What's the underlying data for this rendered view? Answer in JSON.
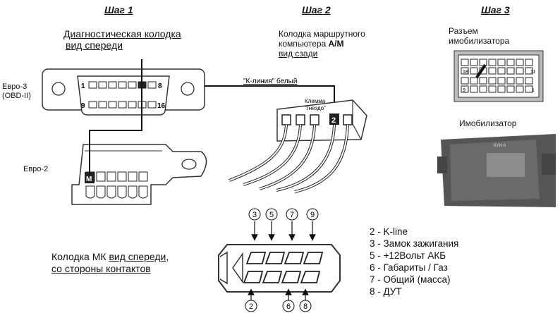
{
  "steps": [
    "Шаг 1",
    "Шаг 2",
    "Шаг 3"
  ],
  "step1": {
    "diag_title": "Диагностическая колодка",
    "diag_sub": "вид спереди",
    "euro3_line1": "Евро-3",
    "euro3_line2": "(OBD-II)",
    "pin_1": "1",
    "pin_8": "8",
    "pin_9": "9",
    "pin_16": "16",
    "euro2": "Евро-2",
    "pin_m": "М"
  },
  "step2": {
    "title_line1": "Колодка маршрутного",
    "title_line2_prefix": "компьютера ",
    "title_line2_bold": "А/М",
    "title_line3": "вид сзади",
    "wire_label": "\"К-линия\" белый",
    "clamp_line1": "Клемма",
    "clamp_line2": "\"гнездо\"",
    "clamp_pin": "2"
  },
  "step3": {
    "connector_line1": "Разъем",
    "connector_line2": "имобилизатора",
    "pin_18": "18",
    "pin_11": "11",
    "pin_9": "9",
    "pin_1": "1",
    "immobilizer": "Имобилизатор",
    "device_label": "КУИ-6"
  },
  "mk": {
    "line1_prefix": "Колодка МК ",
    "line1_underlined": "вид спереди,",
    "line2": "со стороны контактов",
    "top_pins": [
      "3",
      "5",
      "7",
      "9"
    ],
    "bottom_pins": [
      "2",
      "6",
      "8"
    ]
  },
  "legend": [
    "2 - K-line",
    "3 - Замок зажигания",
    "5 - +12Вольт АКБ",
    "6 - Габариты / Газ",
    "7 - Общий (масса)",
    "8 - ДУТ"
  ]
}
